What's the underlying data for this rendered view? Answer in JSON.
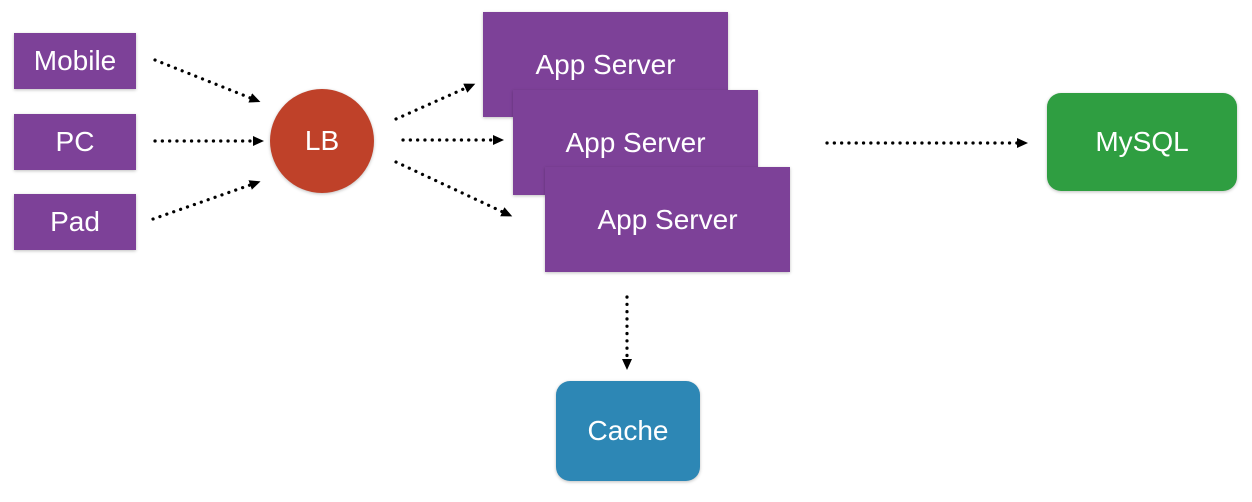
{
  "diagram": {
    "background": "#ffffff",
    "edge_color": "#000000",
    "nodes": {
      "mobile": {
        "label": "Mobile",
        "color": "#7d4198"
      },
      "pc": {
        "label": "PC",
        "color": "#7d4198"
      },
      "pad": {
        "label": "Pad",
        "color": "#7d4198"
      },
      "lb": {
        "label": "LB",
        "color": "#bf4129"
      },
      "app_server_1": {
        "label": "App Server",
        "color": "#7d4198"
      },
      "app_server_2": {
        "label": "App Server",
        "color": "#7d4198"
      },
      "app_server_3": {
        "label": "App Server",
        "color": "#7d4198"
      },
      "mysql": {
        "label": "MySQL",
        "color": "#2f9e41"
      },
      "cache": {
        "label": "Cache",
        "color": "#2d87b5"
      }
    },
    "edges": [
      {
        "from": "Mobile",
        "to": "LB",
        "style": "dotted-arrow"
      },
      {
        "from": "PC",
        "to": "LB",
        "style": "dotted-arrow"
      },
      {
        "from": "Pad",
        "to": "LB",
        "style": "dotted-arrow"
      },
      {
        "from": "LB",
        "to": "App Server",
        "style": "dotted-arrow"
      },
      {
        "from": "LB",
        "to": "App Server",
        "style": "dotted-arrow"
      },
      {
        "from": "LB",
        "to": "App Server",
        "style": "dotted-arrow"
      },
      {
        "from": "App Server",
        "to": "MySQL",
        "style": "dotted-arrow"
      },
      {
        "from": "App Server",
        "to": "Cache",
        "style": "dotted-arrow"
      }
    ]
  }
}
